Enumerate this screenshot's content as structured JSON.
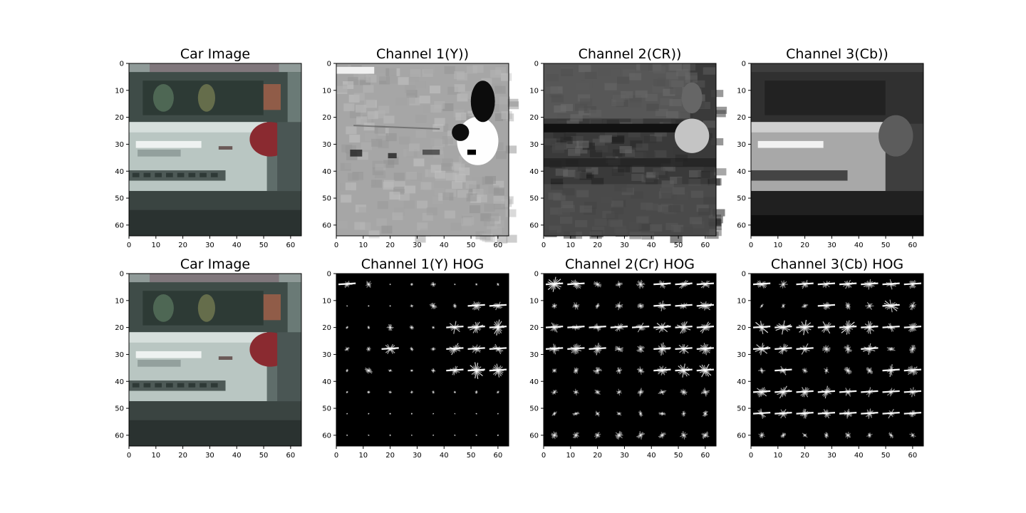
{
  "panels": [
    {
      "id": "p1",
      "title": "Car Image",
      "kind": "car"
    },
    {
      "id": "p2",
      "title": "Channel 1(Y))",
      "kind": "y"
    },
    {
      "id": "p3",
      "title": "Channel 2(CR))",
      "kind": "cr"
    },
    {
      "id": "p4",
      "title": "Channel 3(Cb))",
      "kind": "cb"
    },
    {
      "id": "p5",
      "title": "Car Image",
      "kind": "car"
    },
    {
      "id": "p6",
      "title": "Channel 1(Y) HOG",
      "kind": "hog1"
    },
    {
      "id": "p7",
      "title": "Channel 2(Cr) HOG",
      "kind": "hog2"
    },
    {
      "id": "p8",
      "title": "Channel 3(Cb) HOG",
      "kind": "hog3"
    }
  ],
  "axes": {
    "xticks": [
      "0",
      "10",
      "20",
      "30",
      "40",
      "50",
      "60"
    ],
    "yticks": [
      "0",
      "10",
      "20",
      "30",
      "40",
      "50",
      "60"
    ],
    "xlim": [
      0,
      64
    ],
    "ylim": [
      0,
      64
    ]
  },
  "colors": {
    "background": "#ffffff",
    "text": "#000000",
    "hog_background": "#000000",
    "car_body": "#b9c6c2",
    "tail_light": "#8a2a30"
  }
}
